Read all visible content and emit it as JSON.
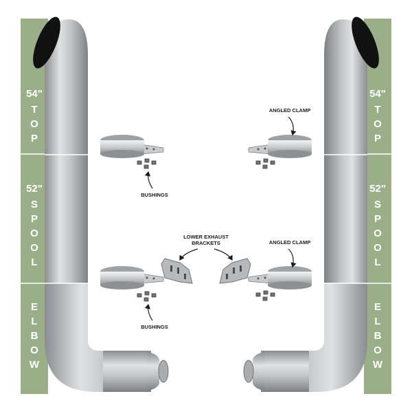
{
  "colors": {
    "band": "#9aae8a",
    "pipe_light": "#e4e6e7",
    "pipe_mid": "#b7babc",
    "pipe_dark": "#7d8184",
    "label_text": "#ffffff",
    "callout_text": "#1a1a1a"
  },
  "left_sections": [
    {
      "number": "54\"",
      "name": "TOP"
    },
    {
      "number": "52\"",
      "name": "SPOOL"
    },
    {
      "number": "",
      "name": "ELBOW"
    }
  ],
  "right_sections": [
    {
      "number": "54\"",
      "name": "TOP"
    },
    {
      "number": "52\"",
      "name": "SPOOL"
    },
    {
      "number": "",
      "name": "ELBOW"
    }
  ],
  "callouts": {
    "bushings_upper": "BUSHINGS",
    "bushings_lower": "BUSHINGS",
    "angled_clamp_upper": "ANGLED CLAMP",
    "angled_clamp_lower": "ANGLED CLAMP",
    "lower_exhaust_brackets": "LOWER EXHAUST BRACKETS"
  }
}
